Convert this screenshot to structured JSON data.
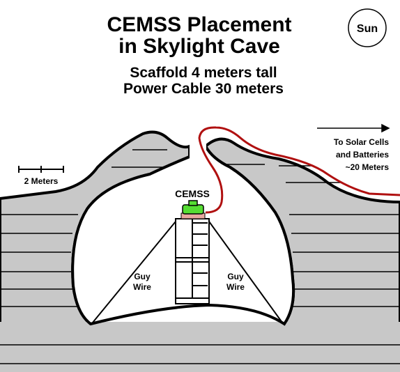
{
  "title": {
    "line1": "CEMSS Placement",
    "line2": "in Skylight Cave"
  },
  "subtitle": {
    "line1": "Scaffold 4 meters tall",
    "line2": "Power Cable 30 meters"
  },
  "sun_label": "Sun",
  "scale_label": "2 Meters",
  "device_label": "CEMSS",
  "solar_note": {
    "line1": "To Solar Cells",
    "line2": "and Batteries",
    "line3": "~20 Meters"
  },
  "guy_wire_left": {
    "line1": "Guy",
    "line2": "Wire"
  },
  "guy_wire_right": {
    "line1": "Guy",
    "line2": "Wire"
  },
  "colors": {
    "rock": "#c8c8c8",
    "outline": "#000000",
    "cable": "#b01010",
    "device": "#55dd33",
    "platform": "#e8a8a0"
  }
}
